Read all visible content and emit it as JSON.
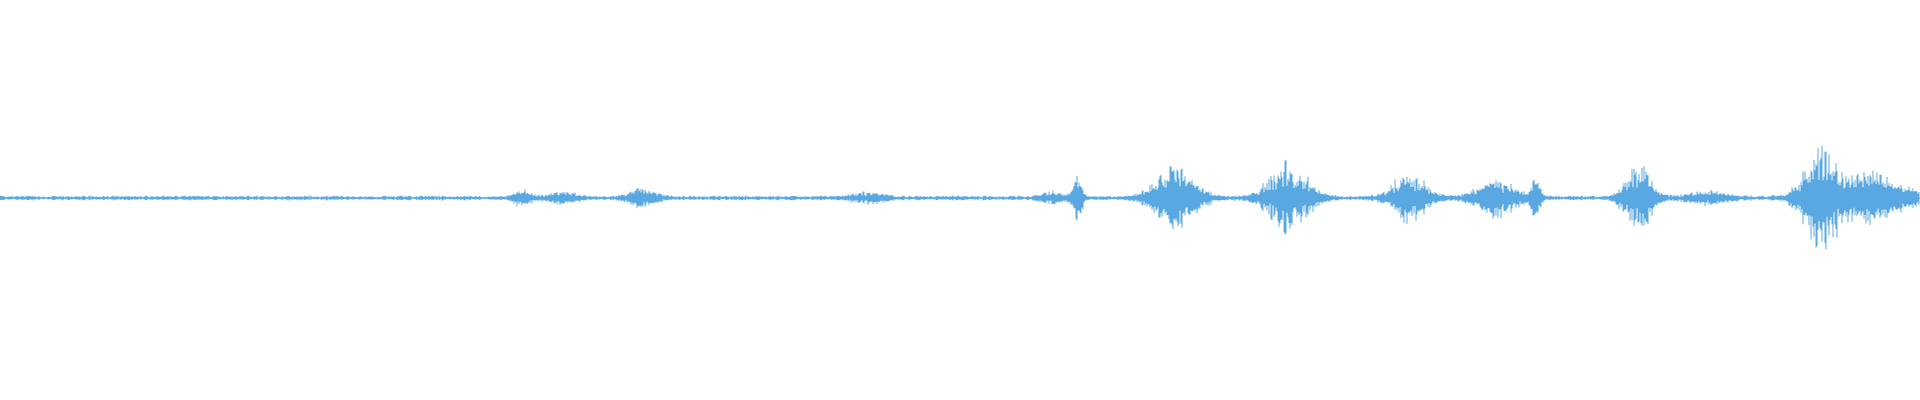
{
  "waveform": {
    "color": "#5aa8e1",
    "baseline_noise": 0.015,
    "bursts": [
      {
        "center": 0.272,
        "spread": 0.004,
        "amp": 0.07
      },
      {
        "center": 0.293,
        "spread": 0.006,
        "amp": 0.05
      },
      {
        "center": 0.335,
        "spread": 0.006,
        "amp": 0.09
      },
      {
        "center": 0.452,
        "spread": 0.008,
        "amp": 0.04
      },
      {
        "center": 0.548,
        "spread": 0.005,
        "amp": 0.05
      },
      {
        "center": 0.561,
        "spread": 0.002,
        "amp": 0.25
      },
      {
        "center": 0.612,
        "spread": 0.009,
        "amp": 0.32
      },
      {
        "center": 0.671,
        "spread": 0.009,
        "amp": 0.32
      },
      {
        "center": 0.734,
        "spread": 0.008,
        "amp": 0.22
      },
      {
        "center": 0.779,
        "spread": 0.009,
        "amp": 0.17
      },
      {
        "center": 0.8,
        "spread": 0.002,
        "amp": 0.22
      },
      {
        "center": 0.853,
        "spread": 0.006,
        "amp": 0.32
      },
      {
        "center": 0.889,
        "spread": 0.009,
        "amp": 0.06
      },
      {
        "center": 0.948,
        "spread": 0.008,
        "amp": 0.48
      },
      {
        "center": 0.972,
        "spread": 0.009,
        "amp": 0.25
      },
      {
        "center": 0.99,
        "spread": 0.01,
        "amp": 0.1
      }
    ]
  }
}
